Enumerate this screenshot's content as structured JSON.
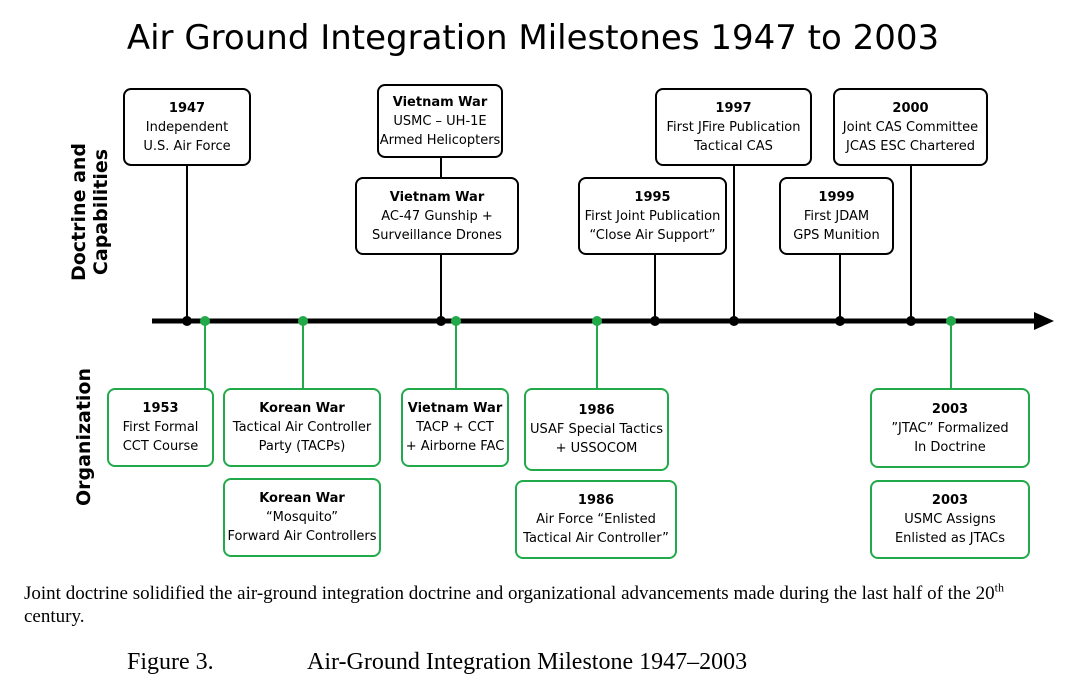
{
  "title": "Air Ground Integration Milestones 1947 to 2003",
  "side_labels": {
    "top": "Doctrine and\nCapabilities",
    "bottom": "Organization"
  },
  "colors": {
    "doctrine": "#000000",
    "organization": "#22aa4a"
  },
  "doctrine_milestones": [
    {
      "year": "1947",
      "lines": [
        "Independent",
        "U.S. Air Force"
      ]
    },
    {
      "year": "Vietnam War",
      "lines": [
        "USMC – UH-1E",
        "Armed Helicopters"
      ]
    },
    {
      "year": "Vietnam War",
      "lines": [
        "AC-47 Gunship +",
        "Surveillance Drones"
      ]
    },
    {
      "year": "1995",
      "lines": [
        "First Joint Publication",
        "“Close Air Support”"
      ]
    },
    {
      "year": "1997",
      "lines": [
        "First JFire Publication",
        "Tactical CAS"
      ]
    },
    {
      "year": "1999",
      "lines": [
        "First JDAM",
        "GPS Munition"
      ]
    },
    {
      "year": "2000",
      "lines": [
        "Joint CAS Committee",
        "JCAS ESC Chartered"
      ]
    }
  ],
  "organization_milestones": [
    {
      "year": "1953",
      "lines": [
        "First Formal",
        "CCT Course"
      ]
    },
    {
      "year": "Korean War",
      "lines": [
        "Tactical Air Controller",
        "Party (TACPs)"
      ]
    },
    {
      "year": "Korean War",
      "lines": [
        "“Mosquito”",
        "Forward Air Controllers"
      ]
    },
    {
      "year": "Vietnam War",
      "lines": [
        "TACP + CCT",
        "+ Airborne FAC"
      ]
    },
    {
      "year": "1986",
      "lines": [
        "USAF Special Tactics",
        "+ USSOCOM"
      ]
    },
    {
      "year": "1986",
      "lines": [
        "Air Force “Enlisted",
        "Tactical Air Controller”"
      ]
    },
    {
      "year": "2003",
      "lines": [
        "”JTAC” Formalized",
        "In Doctrine"
      ]
    },
    {
      "year": "2003",
      "lines": [
        "USMC Assigns",
        "Enlisted as JTACs"
      ]
    }
  ],
  "caption": {
    "text_before": "Joint doctrine solidified the air-ground integration doctrine and organizational advancements made during the last half of the 20",
    "superscript": "th",
    "text_after": " century."
  },
  "figure": {
    "number": "Figure 3.",
    "title": "Air-Ground Integration Milestone 1947–2003"
  }
}
